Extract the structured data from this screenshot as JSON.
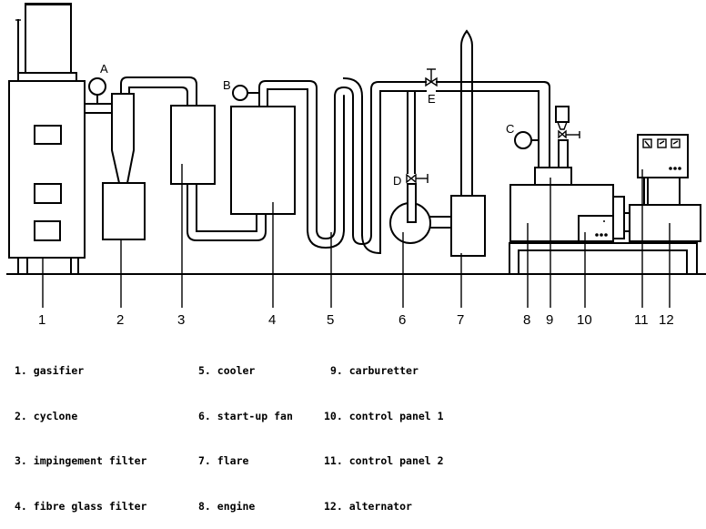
{
  "title": "Gasifier-engine-alternator test installation",
  "component_numbers": [
    "1",
    "2",
    "3",
    "4",
    "5",
    "6",
    "7",
    "8",
    "9",
    "10",
    "11",
    "12"
  ],
  "measurement_points": [
    "A",
    "B",
    "C",
    "D",
    "E"
  ],
  "legend": [
    {
      "num": "1.",
      "label": "gasifier"
    },
    {
      "num": "2.",
      "label": "cyclone"
    },
    {
      "num": "3.",
      "label": "impingement filter"
    },
    {
      "num": "4.",
      "label": "fibre glass filter"
    },
    {
      "num": "5.",
      "label": "cooler"
    },
    {
      "num": "6.",
      "label": "start-up fan"
    },
    {
      "num": "7.",
      "label": "flare"
    },
    {
      "num": "8.",
      "label": "engine"
    },
    {
      "num": "9.",
      "label": "carburetter"
    },
    {
      "num": "10.",
      "label": "control panel 1"
    },
    {
      "num": "11.",
      "label": "control panel 2"
    },
    {
      "num": "12.",
      "label": "alternator"
    }
  ]
}
